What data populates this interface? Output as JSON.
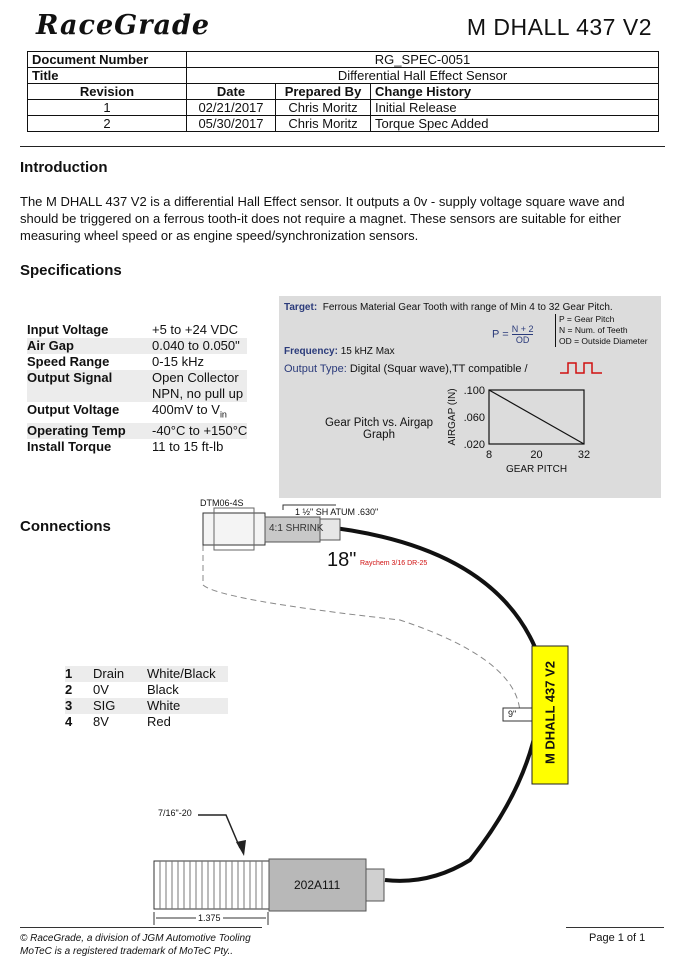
{
  "header": {
    "logo": "RaceGrade",
    "doc_title": "M DHALL 437 V2"
  },
  "doc_table": {
    "doc_number_label": "Document Number",
    "doc_number": "RG_SPEC-0051",
    "title_label": "Title",
    "title": "Differential Hall Effect Sensor",
    "columns": [
      "Revision",
      "Date",
      "Prepared By",
      "Change History"
    ],
    "rows": [
      {
        "rev": "1",
        "date": "02/21/2017",
        "by": "Chris Moritz",
        "change": "Initial Release"
      },
      {
        "rev": "2",
        "date": "05/30/2017",
        "by": "Chris Moritz",
        "change": "Torque Spec Added"
      }
    ]
  },
  "intro": {
    "heading": "Introduction",
    "text": "The M DHALL 437 V2 is a differential Hall Effect sensor. It outputs a 0v - supply voltage square wave and should be triggered on a ferrous tooth-it does not require a magnet. These sensors are suitable for either measuring wheel speed or as engine speed/synchronization sensors."
  },
  "specs": {
    "heading": "Specifications",
    "rows": [
      {
        "k": "Input Voltage",
        "v": "+5 to +24 VDC"
      },
      {
        "k": "Air Gap",
        "v": "0.040 to 0.050\""
      },
      {
        "k": "Speed Range",
        "v": "0-15 kHz"
      },
      {
        "k": "Output Signal",
        "v": "Open Collector"
      },
      {
        "k": "",
        "v": "NPN, no pull up"
      },
      {
        "k": "Output Voltage",
        "v": "400mV to V"
      },
      {
        "k": "Operating Temp",
        "v": "-40°C to +150°C"
      },
      {
        "k": "Install Torque",
        "v": "11 to 15 ft-lb"
      }
    ],
    "vin_sub": "in"
  },
  "panel": {
    "target_label": "Target:",
    "target_text": "Ferrous Material Gear Tooth with range of Min 4 to 32 Gear Pitch.",
    "formula_lhs": "P =",
    "formula_num": "N + 2",
    "formula_den": "OD",
    "legend": [
      "P = Gear Pitch",
      "N = Num. of Teeth",
      "OD = Outside Diameter"
    ],
    "freq_label": "Frequency:",
    "freq_value": "15 kHZ Max",
    "output_label": "Output Type:",
    "output_value": "Digital (Squar wave),TT compatible /",
    "graph_title_1": "Gear Pitch vs. Airgap",
    "graph_title_2": "Graph"
  },
  "chart_data": {
    "type": "line",
    "title": "Gear Pitch vs. Airgap Graph",
    "xlabel": "GEAR  PITCH",
    "ylabel": "AIRGAP  (IN)",
    "x_ticks": [
      "8",
      "20",
      "32"
    ],
    "y_ticks": [
      ".100",
      ".060",
      ".020"
    ],
    "xlim": [
      8,
      32
    ],
    "ylim": [
      0.02,
      0.1
    ],
    "x": [
      8,
      32
    ],
    "y": [
      0.1,
      0.02
    ],
    "grid": false
  },
  "connections": {
    "heading": "Connections",
    "pins": [
      {
        "n": "1",
        "sig": "Drain",
        "color": "White/Black"
      },
      {
        "n": "2",
        "sig": "0V",
        "color": "Black"
      },
      {
        "n": "3",
        "sig": "SIG",
        "color": "White"
      },
      {
        "n": "4",
        "sig": "8V",
        "color": "Red"
      }
    ]
  },
  "drawing": {
    "connector": "DTM06-4S",
    "sleeve": "1 ½\" SH ATUM .630\"",
    "shrink": "4:1 SHRINK",
    "length": "18\"",
    "raychem": "Raychem 3/16 DR-25",
    "label": "M DHALL 437 V2",
    "nine": "9\"",
    "thread": "7/16\"-20",
    "part": "202A111",
    "dim": "1.375"
  },
  "footer": {
    "line1": "© RaceGrade, a division of JGM Automotive Tooling",
    "line2": "MoTeC is a registered trademark of MoTeC Pty..",
    "page": "Page 1 of 1"
  },
  "colors": {
    "label_yellow": "#ffff00",
    "raychem_red": "#d01010",
    "panel_gray": "#dcdcdc",
    "panel_text": "#2a3a7a"
  }
}
